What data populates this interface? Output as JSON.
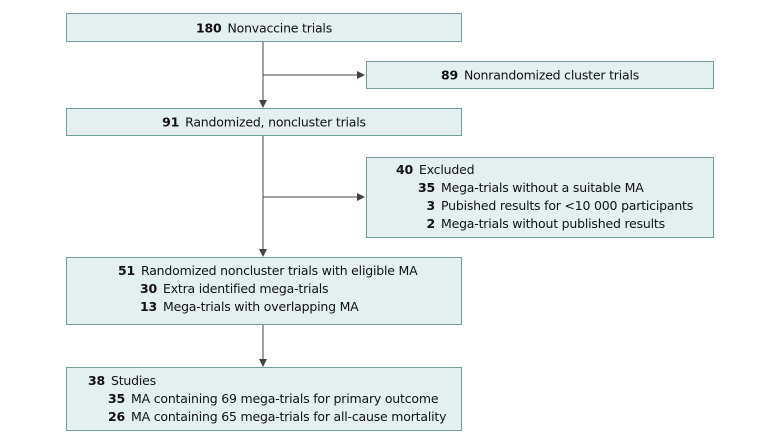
{
  "nodes": {
    "nonvaccine": {
      "count": "180",
      "label": "Nonvaccine trials"
    },
    "nonrandomized": {
      "count": "89",
      "label": "Nonrandomized cluster trials"
    },
    "randomized": {
      "count": "91",
      "label": "Randomized, noncluster trials"
    },
    "excluded": {
      "count": "40",
      "label": "Excluded",
      "items": [
        {
          "count": "35",
          "label": "Mega-trials without a suitable MA"
        },
        {
          "count": "3",
          "label": "Pubished results for <10 000 participants"
        },
        {
          "count": "2",
          "label": "Mega-trials without published results"
        }
      ]
    },
    "eligible": {
      "count": "51",
      "label": "Randomized noncluster trials with eligible MA",
      "items": [
        {
          "count": "30",
          "label": "Extra identified mega-trials"
        },
        {
          "count": "13",
          "label": "Mega-trials with overlapping MA"
        }
      ]
    },
    "studies": {
      "count": "38",
      "label": "Studies",
      "items": [
        {
          "count": "35",
          "label": "MA containing 69 mega-trials for primary outcome"
        },
        {
          "count": "26",
          "label": "MA containing 65 mega-trials for all-cause mortality"
        }
      ]
    }
  },
  "colors": {
    "box_fill": "#e3f0ef",
    "box_border": "#6f9f9b",
    "arrow": "#444444"
  }
}
